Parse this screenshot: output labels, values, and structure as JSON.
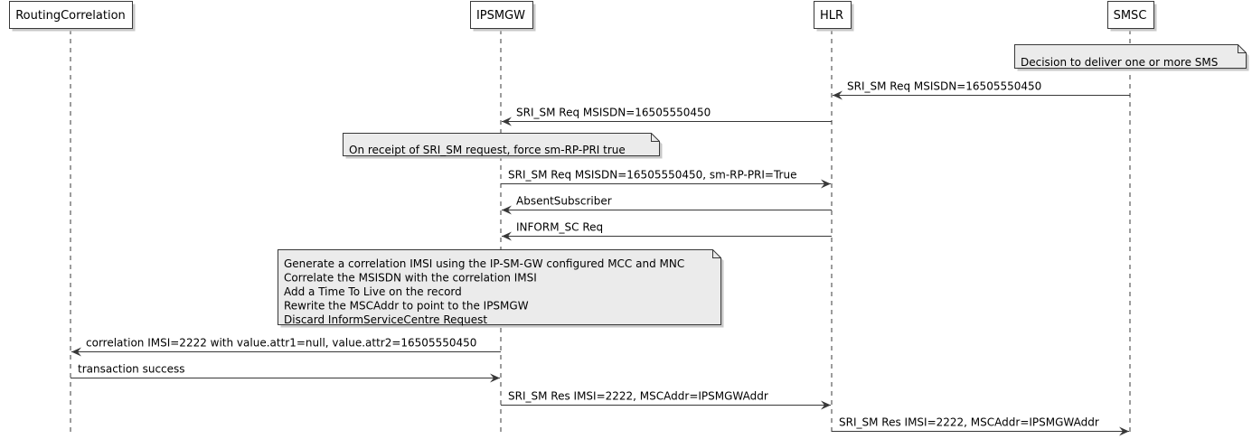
{
  "participants": [
    {
      "id": "rc",
      "name": "RoutingCorrelation"
    },
    {
      "id": "ipsmgw",
      "name": "IPSMGW"
    },
    {
      "id": "hlr",
      "name": "HLR"
    },
    {
      "id": "smsc",
      "name": "SMSC"
    }
  ],
  "events": [
    {
      "kind": "note",
      "over": "smsc",
      "lines": [
        "Decision to deliver one or more SMS"
      ]
    },
    {
      "kind": "message",
      "from": "smsc",
      "to": "hlr",
      "label": "SRI_SM Req MSISDN=16505550450"
    },
    {
      "kind": "message",
      "from": "hlr",
      "to": "ipsmgw",
      "label": "SRI_SM Req MSISDN=16505550450"
    },
    {
      "kind": "note",
      "over": "ipsmgw",
      "lines": [
        "On receipt of SRI_SM request, force sm-RP-PRI true"
      ]
    },
    {
      "kind": "message",
      "from": "ipsmgw",
      "to": "hlr",
      "label": "SRI_SM Req MSISDN=16505550450, sm-RP-PRI=True"
    },
    {
      "kind": "message",
      "from": "hlr",
      "to": "ipsmgw",
      "label": "AbsentSubscriber"
    },
    {
      "kind": "message",
      "from": "hlr",
      "to": "ipsmgw",
      "label": "INFORM_SC Req"
    },
    {
      "kind": "note",
      "over": "ipsmgw",
      "lines": [
        "Generate a correlation IMSI using the IP-SM-GW configured MCC and MNC",
        "Correlate the MSISDN with the correlation IMSI",
        "Add a Time To Live on the record",
        "Rewrite the MSCAddr to point to the IPSMGW",
        "Discard InformServiceCentre Request"
      ]
    },
    {
      "kind": "message",
      "from": "ipsmgw",
      "to": "rc",
      "label": "correlation IMSI=2222 with value.attr1=null, value.attr2=16505550450"
    },
    {
      "kind": "message",
      "from": "rc",
      "to": "ipsmgw",
      "label": "transaction success"
    },
    {
      "kind": "message",
      "from": "ipsmgw",
      "to": "hlr",
      "label": "SRI_SM Res IMSI=2222, MSCAddr=IPSMGWAddr"
    },
    {
      "kind": "message",
      "from": "hlr",
      "to": "smsc",
      "label": "SRI_SM Res IMSI=2222, MSCAddr=IPSMGWAddr"
    }
  ],
  "colors": {
    "participant_fill": "#FEFEFE",
    "note_fill": "#EBEBEB",
    "line": "#383838",
    "lifeline": "#383838",
    "shadow": "#C8C8C8"
  }
}
